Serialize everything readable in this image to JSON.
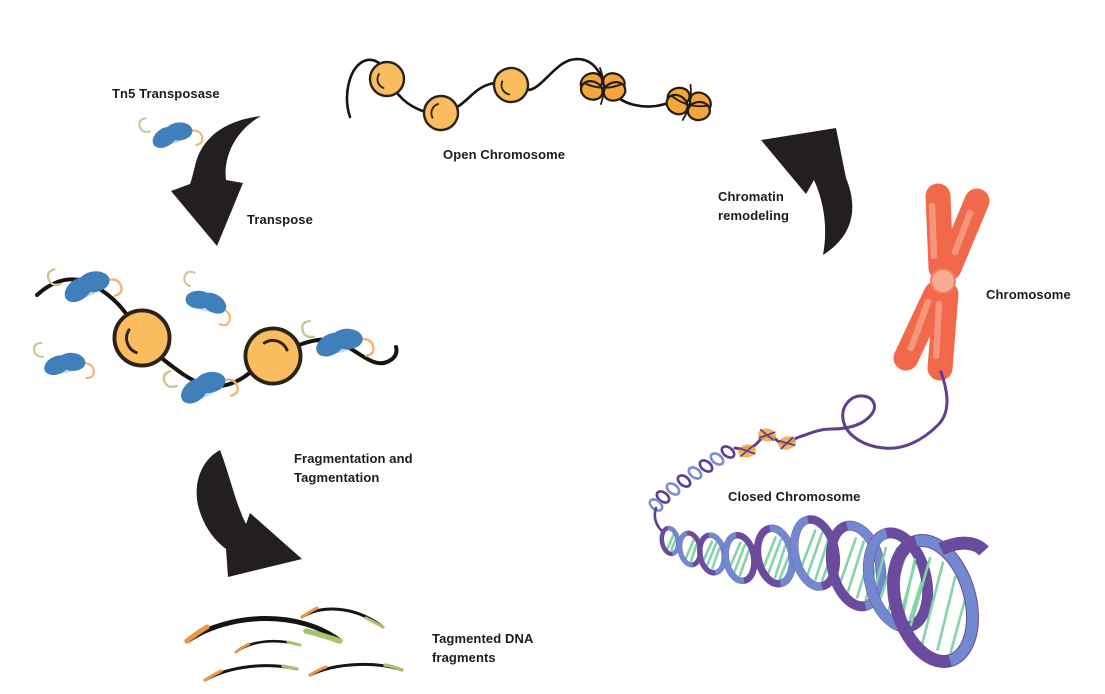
{
  "diagram": {
    "title": "Chromatin accessibility / tagmentation cycle diagram",
    "labels": {
      "tn5_transposase": "Tn5 Transposase",
      "transpose": "Transpose",
      "open_chromosome": "Open Chromosome",
      "chromatin_remodeling": [
        "Chromatin",
        "remodeling"
      ],
      "chromosome": "Chromosome",
      "closed_chromosome": "Closed Chromosome",
      "fragmentation": [
        "Fragmentation and",
        "Tagmentation"
      ],
      "tagmented_dna": [
        "Tagmented DNA",
        "fragments"
      ]
    },
    "icons": {
      "tn5_transposase_icon": "blue double-lobed transposase blob with green and orange adapter tails",
      "nucleosome_bead_icon": "orange circle bead on black DNA string",
      "condensed_nucleosome_icon": "four-lobed orange cluster",
      "curved_arrow_icon": "thick black curved arrow",
      "chromosome_icon": "red X-shaped chromosome with centromere",
      "thread_nucleosome_icon": "small orange nucleosome wrapped by purple fibre",
      "chromatin_coil_icon": "purple-blue spring coil",
      "dna_helix_icon": "purple and blue double helix with green base pairs",
      "tagmented_fragment_icon": "black DNA fragment with orange and green adapter ends"
    },
    "colors": {
      "background": "#ffffff",
      "text": "#1c1c1c",
      "arrow": "#231f20",
      "transposase_blue": "#3f7fbc",
      "transposase_light": "#85b4da",
      "tail_green": "#b7cf90",
      "tail_orange": "#f3b26d",
      "nucleosome_orange": "#f9bc5e",
      "nucleosome_outline": "#2b2218",
      "cluster_orange": "#f2a63c",
      "chromosome_red": "#f2684a",
      "chromosome_highlight": "#f79a80",
      "centromere_pink": "#f8ab92",
      "thread_purple": "#5e3f90",
      "coil_blue": "#7b8fd0",
      "helix_purple": "#6a4b9d",
      "helix_blue": "#7288cf",
      "basepair_green": "#85d3a8",
      "fragment_black": "#151515",
      "fragment_orange": "#ef9440",
      "fragment_green": "#a6c46a"
    }
  }
}
